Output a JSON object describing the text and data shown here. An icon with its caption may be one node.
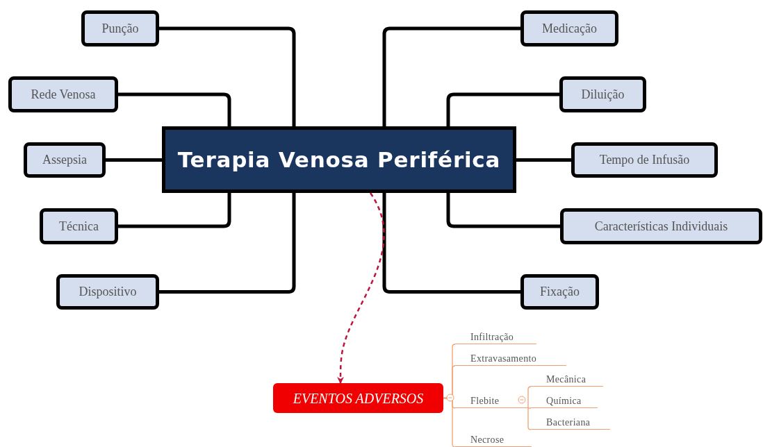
{
  "diagram": {
    "nodes": [
      {
        "text": [
          "Terapia Venosa Periférica"
        ]
      },
      {
        "text": [
          "Punção"
        ]
      },
      {
        "text": [
          "Rede Venosa"
        ]
      },
      {
        "text": [
          "Assepsia"
        ]
      },
      {
        "text": [
          "Técnica"
        ]
      },
      {
        "text": [
          "Dispositivo"
        ]
      },
      {
        "text": [
          "Medicação"
        ]
      },
      {
        "text": [
          "Diluição"
        ]
      },
      {
        "text": [
          "Tempo de Infusão"
        ]
      },
      {
        "text": [
          "Características Individuais"
        ]
      },
      {
        "text": [
          "Fixação"
        ]
      },
      {
        "text": [
          "EVENTOS ADVERSOS"
        ]
      },
      {
        "text": [
          "Infiltração"
        ]
      },
      {
        "text": [
          "Extravasamento"
        ]
      },
      {
        "text": [
          "Flebite"
        ]
      },
      {
        "text": [
          "Mecânica"
        ]
      },
      {
        "text": [
          "Química"
        ]
      },
      {
        "text": [
          "Bacteriana"
        ]
      },
      {
        "text": [
          "Necrose"
        ]
      }
    ],
    "edges": [
      {
        "from": 0,
        "to": 1,
        "arrow": "none"
      },
      {
        "from": 0,
        "to": 2,
        "arrow": "none"
      },
      {
        "from": 0,
        "to": 3,
        "arrow": "none"
      },
      {
        "from": 0,
        "to": 4,
        "arrow": "none"
      },
      {
        "from": 0,
        "to": 5,
        "arrow": "none"
      },
      {
        "from": 0,
        "to": 6,
        "arrow": "none"
      },
      {
        "from": 0,
        "to": 7,
        "arrow": "none"
      },
      {
        "from": 0,
        "to": 8,
        "arrow": "none"
      },
      {
        "from": 0,
        "to": 9,
        "arrow": "none"
      },
      {
        "from": 0,
        "to": 10,
        "arrow": "none"
      },
      {
        "from": 0,
        "to": 11,
        "arrow": "to",
        "style": "dashed",
        "color": "#c0143c"
      },
      {
        "from": 11,
        "to": 12,
        "arrow": "none",
        "color": "#f0a070"
      },
      {
        "from": 11,
        "to": 13,
        "arrow": "none",
        "color": "#f0a070"
      },
      {
        "from": 11,
        "to": 14,
        "arrow": "none",
        "color": "#f0a070"
      },
      {
        "from": 11,
        "to": 18,
        "arrow": "none",
        "color": "#f0a070"
      },
      {
        "from": 14,
        "to": 15,
        "arrow": "none",
        "color": "#f0a070"
      },
      {
        "from": 14,
        "to": 16,
        "arrow": "none",
        "color": "#f0a070"
      },
      {
        "from": 14,
        "to": 17,
        "arrow": "none",
        "color": "#f0a070"
      }
    ]
  }
}
